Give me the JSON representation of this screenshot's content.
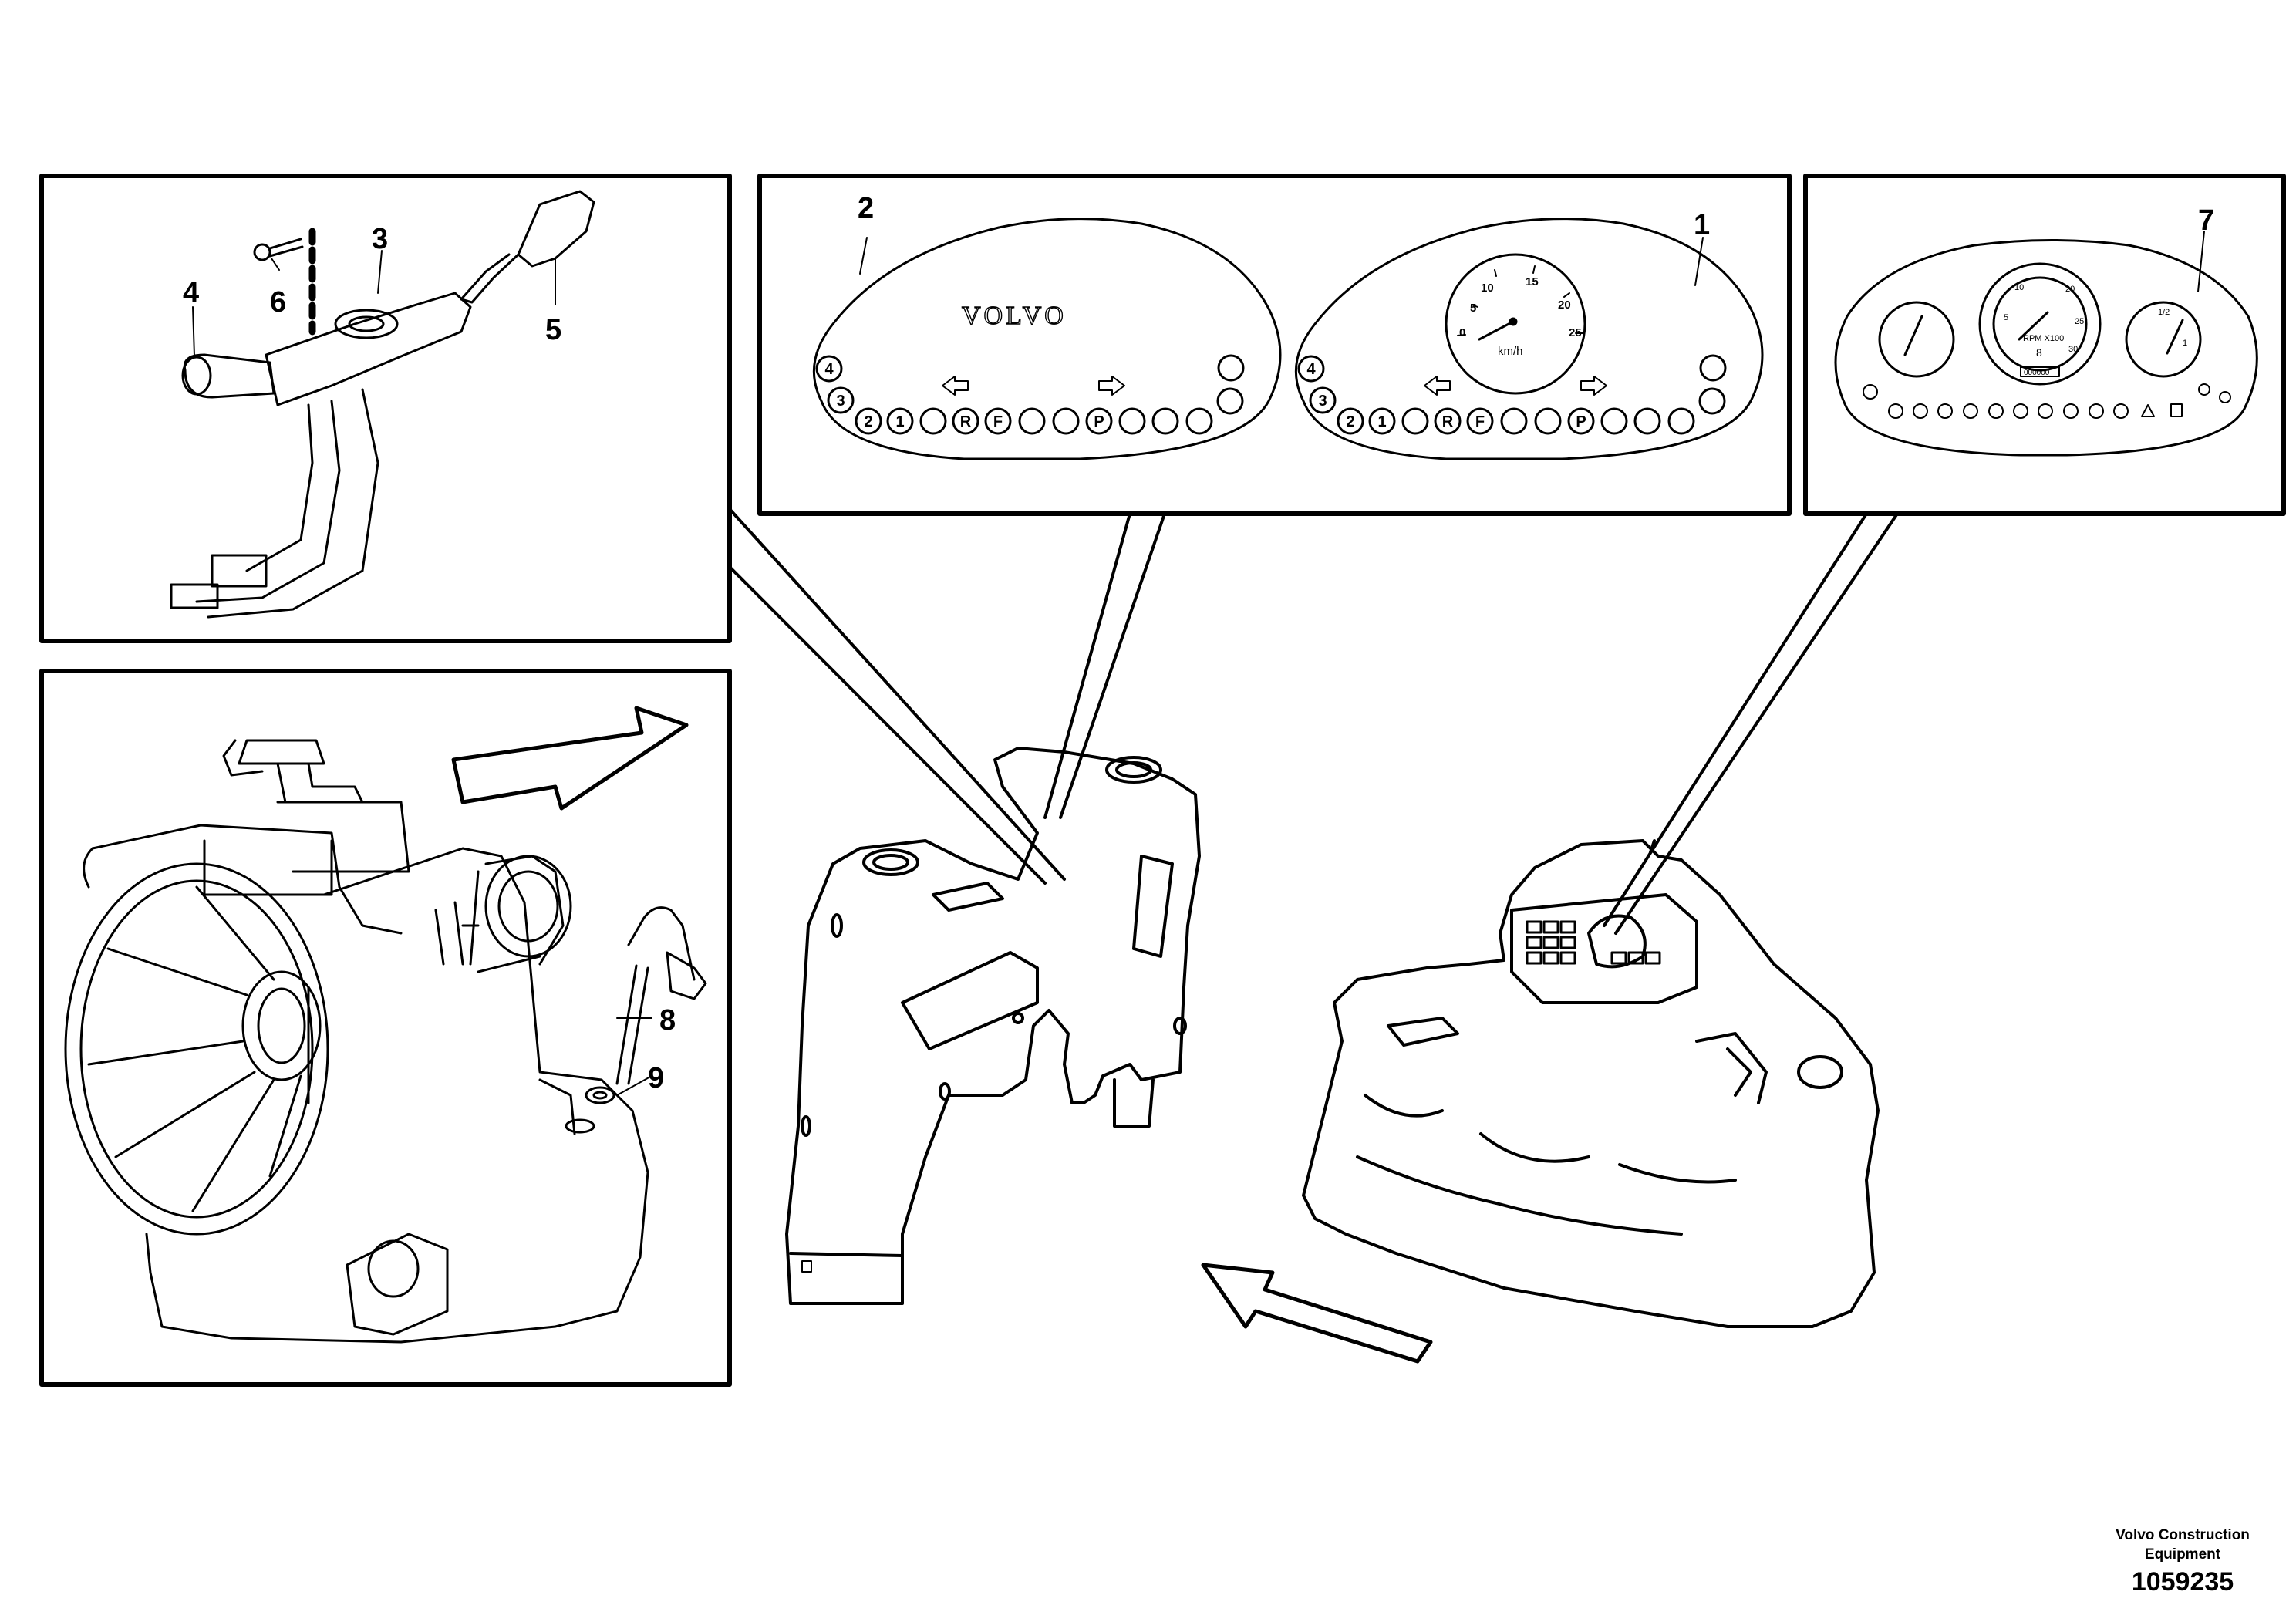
{
  "callouts": [
    "1",
    "2",
    "3",
    "4",
    "5",
    "6",
    "7",
    "8",
    "9"
  ],
  "panel_logo": "VOLVO",
  "speedometer": {
    "ticks": [
      "0",
      "5",
      "10",
      "15",
      "20",
      "25"
    ],
    "unit": "km/h"
  },
  "indicator_labels": [
    "4",
    "3",
    "2",
    "1",
    "R",
    "F",
    "P"
  ],
  "cluster": {
    "rpm_unit": "RPM X100",
    "rpm_value": "8",
    "odometer": "000000",
    "rpm_ticks": [
      "10",
      "5",
      "20",
      "25",
      "30"
    ],
    "fuel_ticks": [
      "1/2",
      "1"
    ]
  },
  "footer": {
    "company_line1": "Volvo Construction",
    "company_line2": "Equipment",
    "drawing_number": "1059235"
  }
}
